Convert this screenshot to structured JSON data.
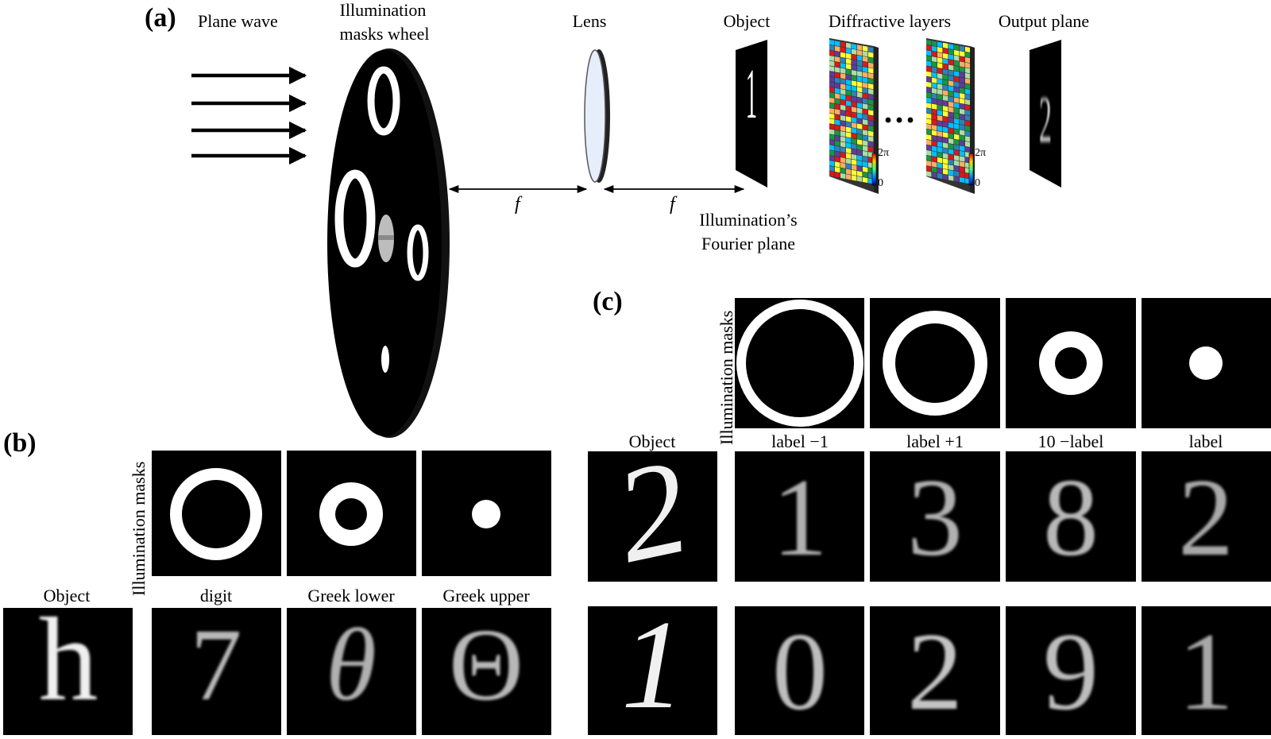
{
  "panel_a": {
    "label": "(a)",
    "plane_wave": "Plane wave",
    "wheel_line1": "Illumination",
    "wheel_line2": "masks wheel",
    "lens": "Lens",
    "object": "Object",
    "diffractive": "Diffractive layers",
    "output": "Output plane",
    "focal_symbol": "f",
    "fourier_line1": "Illumination’s",
    "fourier_line2": "Fourier plane",
    "ellipsis": "···",
    "phase_max": "2π",
    "phase_min": "0",
    "output_digit": "2",
    "object_digit": "1"
  },
  "panel_b": {
    "label": "(b)",
    "masks_label": "Illumination masks",
    "object_label": "Object",
    "object_char": "h",
    "columns": [
      {
        "label": "digit",
        "glyph": "7"
      },
      {
        "label": "Greek lower",
        "glyph": "θ"
      },
      {
        "label": "Greek upper",
        "glyph": "Θ"
      }
    ]
  },
  "panel_c": {
    "label": "(c)",
    "masks_label": "Illumination masks",
    "object_label": "Object",
    "columns": [
      "label −1",
      "label +1",
      "10 −label",
      "label"
    ],
    "row1": {
      "object_char": "2",
      "outputs": [
        "1",
        "3",
        "8",
        "2"
      ]
    },
    "row2": {
      "object_char": "1",
      "outputs": [
        "0",
        "2",
        "9",
        "1"
      ]
    }
  },
  "colors": {
    "mask_bg": "#000000",
    "mask_fg": "#ffffff",
    "lens_fill": "#e6eefb",
    "phase_palette": [
      "#d7191c",
      "#fdae61",
      "#ffff33",
      "#abdda4",
      "#2b83ba",
      "#5e3c99",
      "#1a9641",
      "#00bfff"
    ]
  }
}
